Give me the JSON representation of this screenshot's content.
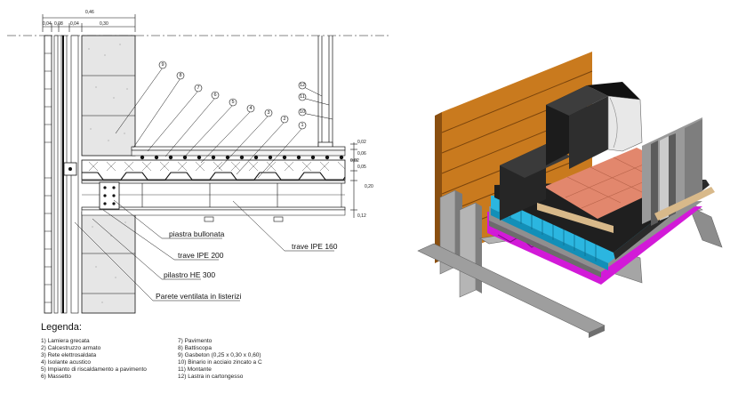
{
  "dimensions": {
    "total": "0,46",
    "a": "0,04",
    "b": "0,08",
    "c": "0,04",
    "d": "0,30",
    "h1": "0,02",
    "h2": "0,06",
    "h3": "0,02",
    "h4": "0,05",
    "h5": "0,20",
    "h6": "0,12"
  },
  "callouts": [
    "9",
    "8",
    "7",
    "6",
    "5",
    "4",
    "3",
    "2",
    "1",
    "12",
    "11",
    "10"
  ],
  "labels": {
    "piastra_bullonata": "piastra bullonata",
    "trave_ipe200": "trave IPE 200",
    "pilastro_he300": "pilastro HE 300",
    "parete": "Parete ventilata in listerizi",
    "trave_ipe160": "trave IPE 160"
  },
  "legend": {
    "title": "Legenda:",
    "left": [
      "1) Lamiera grecata",
      "2) Calcestruzzo armato",
      "3) Rete elettrosaldata",
      "4) Isolante acustico",
      "5) Impianto di riscaldamento a pavimento",
      "6) Massetto"
    ],
    "right": [
      "7) Pavimento",
      "8) Battiscopa",
      "9) Gasbeton (0,25 x 0,30 x 0,60)",
      "10) Binario in acciaio zincato a C",
      "11) Montante",
      "12) Lastra in cartongesso"
    ]
  },
  "colors": {
    "wood": "#c97a1e",
    "wood_dark": "#8a4f10",
    "insulation_cyan": "#2bb6e0",
    "magenta": "#d21ad8",
    "tile": "#e2876d",
    "steel": "#9a9a9a",
    "black": "#1a1a1a",
    "gypsum": "#d8b98a"
  }
}
